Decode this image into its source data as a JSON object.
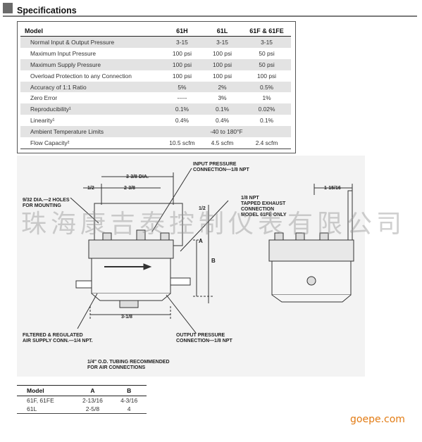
{
  "header": {
    "title": "Specifications"
  },
  "spec_table": {
    "columns": [
      "Model",
      "61H",
      "61L",
      "61F & 61FE"
    ],
    "rows": [
      {
        "label": "Normal Input & Output Pressure",
        "h": "3-15",
        "l": "3-15",
        "f": "3-15"
      },
      {
        "label": "Maximum Input Pressure",
        "h": "100 psi",
        "l": "100 psi",
        "f": "50 psi"
      },
      {
        "label": "Maximum Supply Pressure",
        "h": "100 psi",
        "l": "100 psi",
        "f": "50 psi"
      },
      {
        "label": "Overload Protection to any Connection",
        "h": "100 psi",
        "l": "100 psi",
        "f": "100 psi"
      },
      {
        "label": "Accuracy of 1:1 Ratio",
        "h": "5%",
        "l": "2%",
        "f": "0.5%"
      },
      {
        "label": "Zero Error",
        "h": "-----",
        "l": "3%",
        "f": "1%"
      },
      {
        "label": "Reproducibility¹",
        "h": "0.1%",
        "l": "0.1%",
        "f": "0.02%"
      },
      {
        "label": "Linearity¹",
        "h": "0.4%",
        "l": "0.4%",
        "f": "0.1%"
      },
      {
        "label": "Ambient Temperature Limits",
        "span": "-40 to 180°F"
      },
      {
        "label": "Flow Capacity²",
        "h": "10.5 scfm",
        "l": "4.5 scfm",
        "f": "2.4 scfm"
      }
    ]
  },
  "diagram": {
    "labels": {
      "dia_3_3_8": "3-3/8 DIA.",
      "dim_1_2_top": "1/2",
      "dim_2_3_8": "2-3/8",
      "holes": "9/32 DIA.—2 HOLES\nFOR MOUNTING",
      "input_pressure": "INPUT PRESSURE\nCONNECTION—1/8 NPT",
      "exhaust": "1/8 NPT\nTAPPED EXHAUST\nCONNECTION\nMODEL 61FE ONLY",
      "dim_1_2_side": "1/2",
      "dim_a": "A",
      "dim_b": "B",
      "dim_1_15_16": "1-15/16",
      "dim_3_1_8": "3-1/8",
      "filtered": "FILTERED & REGULATED\nAIR SUPPLY CONN.—1/4 NPT.",
      "output": "OUTPUT PRESSURE\nCONNECTION—1/8 NPT",
      "tubing": "1/4\" O.D. TUBING RECOMMENDED\nFOR AIR CONNECTIONS"
    }
  },
  "watermark": {
    "text": "珠海康吉泰控制仪表有限公司"
  },
  "dim_table": {
    "columns": [
      "Model",
      "A",
      "B"
    ],
    "rows": [
      {
        "model": "61F, 61FE",
        "a": "2-13/16",
        "b": "4-3/16"
      },
      {
        "model": "61L",
        "a": "2-5/8",
        "b": "4"
      }
    ]
  },
  "site_mark": {
    "text": "goepe.com"
  }
}
